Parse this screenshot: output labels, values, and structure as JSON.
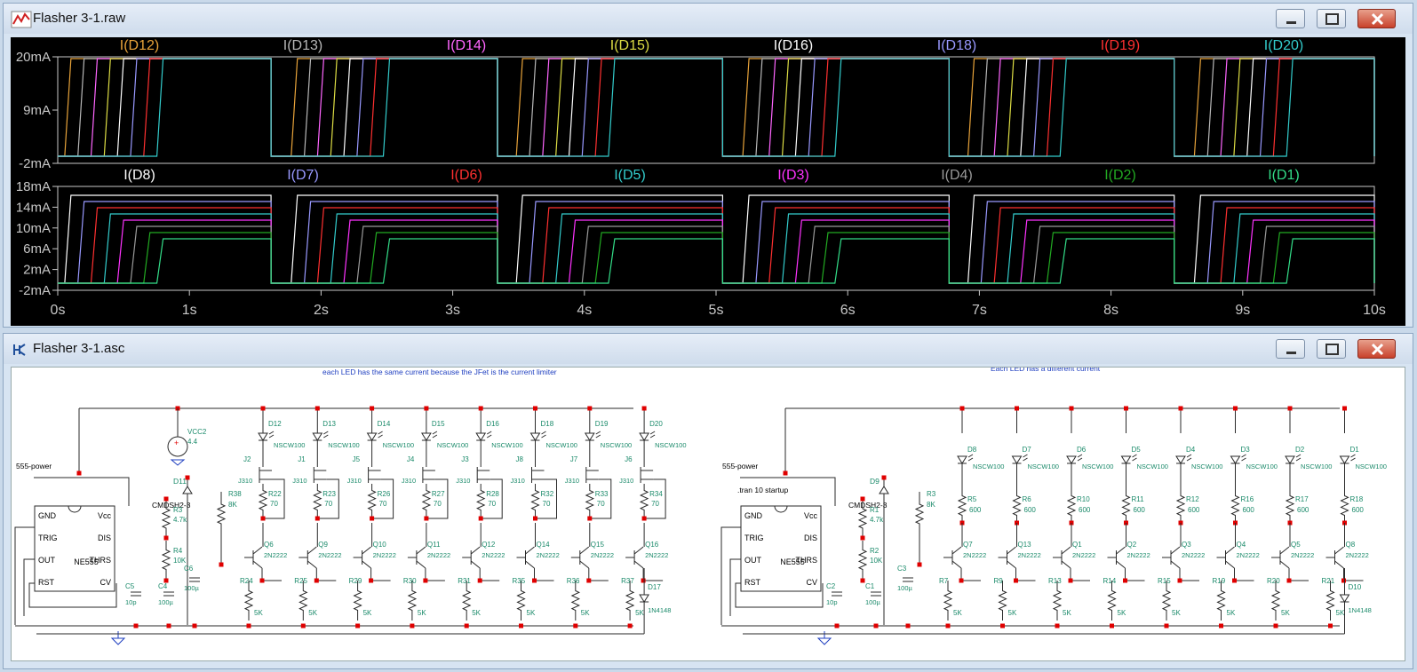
{
  "waveform_window": {
    "title": "Flasher 3-1.raw",
    "top_pane": {
      "traces": [
        {
          "label": "I(D12)",
          "color": "#e8a33a"
        },
        {
          "label": "I(D13)",
          "color": "#b8b8b8"
        },
        {
          "label": "I(D14)",
          "color": "#ff66ff"
        },
        {
          "label": "I(D15)",
          "color": "#dddd44"
        },
        {
          "label": "I(D16)",
          "color": "#ffffff"
        },
        {
          "label": "I(D18)",
          "color": "#9999ff"
        },
        {
          "label": "I(D19)",
          "color": "#ff3030"
        },
        {
          "label": "I(D20)",
          "color": "#33cccc"
        }
      ],
      "y_ticks": [
        "20mA",
        "9mA",
        "-2mA"
      ]
    },
    "bottom_pane": {
      "traces": [
        {
          "label": "I(D8)",
          "color": "#ffffff"
        },
        {
          "label": "I(D7)",
          "color": "#9999ff"
        },
        {
          "label": "I(D6)",
          "color": "#ff3030"
        },
        {
          "label": "I(D5)",
          "color": "#33cccc"
        },
        {
          "label": "I(D3)",
          "color": "#ff33ff"
        },
        {
          "label": "I(D4)",
          "color": "#999999"
        },
        {
          "label": "I(D2)",
          "color": "#22aa22"
        },
        {
          "label": "I(D1)",
          "color": "#33dd88"
        }
      ],
      "y_ticks": [
        "18mA",
        "14mA",
        "10mA",
        "6mA",
        "2mA",
        "-2mA"
      ]
    },
    "x_ticks": [
      "0s",
      "1s",
      "2s",
      "3s",
      "4s",
      "5s",
      "6s",
      "7s",
      "8s",
      "9s",
      "10s"
    ]
  },
  "schematic_window": {
    "title": "Flasher 3-1.asc",
    "left_circuit": {
      "note": "each LED has the same current because the JFet is the current limiter",
      "power_label": "555-power",
      "chip": {
        "name": "NE555",
        "pins_left": [
          "GND",
          "TRIG",
          "OUT",
          "RST"
        ],
        "pins_right": [
          "Vcc",
          "DIS",
          "THRS",
          "CV"
        ]
      },
      "source": {
        "name": "VCC2",
        "value": "4.4"
      },
      "zener": {
        "name": "D11",
        "part": "CMDSH2-3"
      },
      "r_top": {
        "name": "R3",
        "value": "4.7k"
      },
      "r_mid": {
        "name": "R4",
        "value": "10K"
      },
      "r_base": {
        "name": "R38",
        "value": "8K"
      },
      "caps": [
        {
          "name": "C5",
          "value": "10p"
        },
        {
          "name": "C4",
          "value": "100µ"
        },
        {
          "name": "C6",
          "value": "100µ"
        }
      ],
      "columns": [
        {
          "led": "D12",
          "jfet": "J2",
          "r": "R22",
          "q": "Q6",
          "re": "R24"
        },
        {
          "led": "D13",
          "jfet": "J1",
          "r": "R23",
          "q": "Q9",
          "re": "R25"
        },
        {
          "led": "D14",
          "jfet": "J5",
          "r": "R26",
          "q": "Q10",
          "re": "R29"
        },
        {
          "led": "D15",
          "jfet": "J4",
          "r": "R27",
          "q": "Q11",
          "re": "R30"
        },
        {
          "led": "D16",
          "jfet": "J3",
          "r": "R28",
          "q": "Q12",
          "re": "R31"
        },
        {
          "led": "D18",
          "jfet": "J8",
          "r": "R32",
          "q": "Q14",
          "re": "R35"
        },
        {
          "led": "D19",
          "jfet": "J7",
          "r": "R33",
          "q": "Q15",
          "re": "R36"
        },
        {
          "led": "D20",
          "jfet": "J6",
          "r": "R34",
          "q": "Q16",
          "re": "R37"
        }
      ],
      "led_part": "NSCW100",
      "jfet_part": "J310",
      "r_value": "70",
      "q_part": "2N2222",
      "re_value": "5K",
      "end_diode": {
        "name": "D17",
        "part": "1N4148"
      }
    },
    "right_circuit": {
      "note": "Each LED has a different current",
      "power_label": "555-power",
      "directive": ".tran 10 startup",
      "chip": {
        "name": "NE555",
        "pins_left": [
          "GND",
          "TRIG",
          "OUT",
          "RST"
        ],
        "pins_right": [
          "Vcc",
          "DIS",
          "THRS",
          "CV"
        ]
      },
      "zener": {
        "name": "D9",
        "part": "CMDSH2-3"
      },
      "r_top": {
        "name": "R1",
        "value": "4.7k"
      },
      "r_mid": {
        "name": "R2",
        "value": "10K"
      },
      "r_base": {
        "name": "R3",
        "value": "8K"
      },
      "caps": [
        {
          "name": "C2",
          "value": "10p"
        },
        {
          "name": "C1",
          "value": "100µ"
        },
        {
          "name": "C3",
          "value": "100µ"
        }
      ],
      "columns": [
        {
          "led": "D8",
          "r": "R5",
          "q": "Q7",
          "re": "R7"
        },
        {
          "led": "D7",
          "r": "R6",
          "q": "Q13",
          "re": "R9"
        },
        {
          "led": "D6",
          "r": "R10",
          "q": "Q1",
          "re": "R13"
        },
        {
          "led": "D5",
          "r": "R11",
          "q": "Q2",
          "re": "R14"
        },
        {
          "led": "D4",
          "r": "R12",
          "q": "Q3",
          "re": "R15"
        },
        {
          "led": "D3",
          "r": "R16",
          "q": "Q4",
          "re": "R19"
        },
        {
          "led": "D2",
          "r": "R17",
          "q": "Q5",
          "re": "R20"
        },
        {
          "led": "D1",
          "r": "R18",
          "q": "Q8",
          "re": "R21"
        }
      ],
      "led_part": "NSCW100",
      "r_value": "600",
      "q_part": "2N2222",
      "re_value": "5K",
      "end_diode": {
        "name": "D10",
        "part": "1N4148"
      }
    }
  }
}
